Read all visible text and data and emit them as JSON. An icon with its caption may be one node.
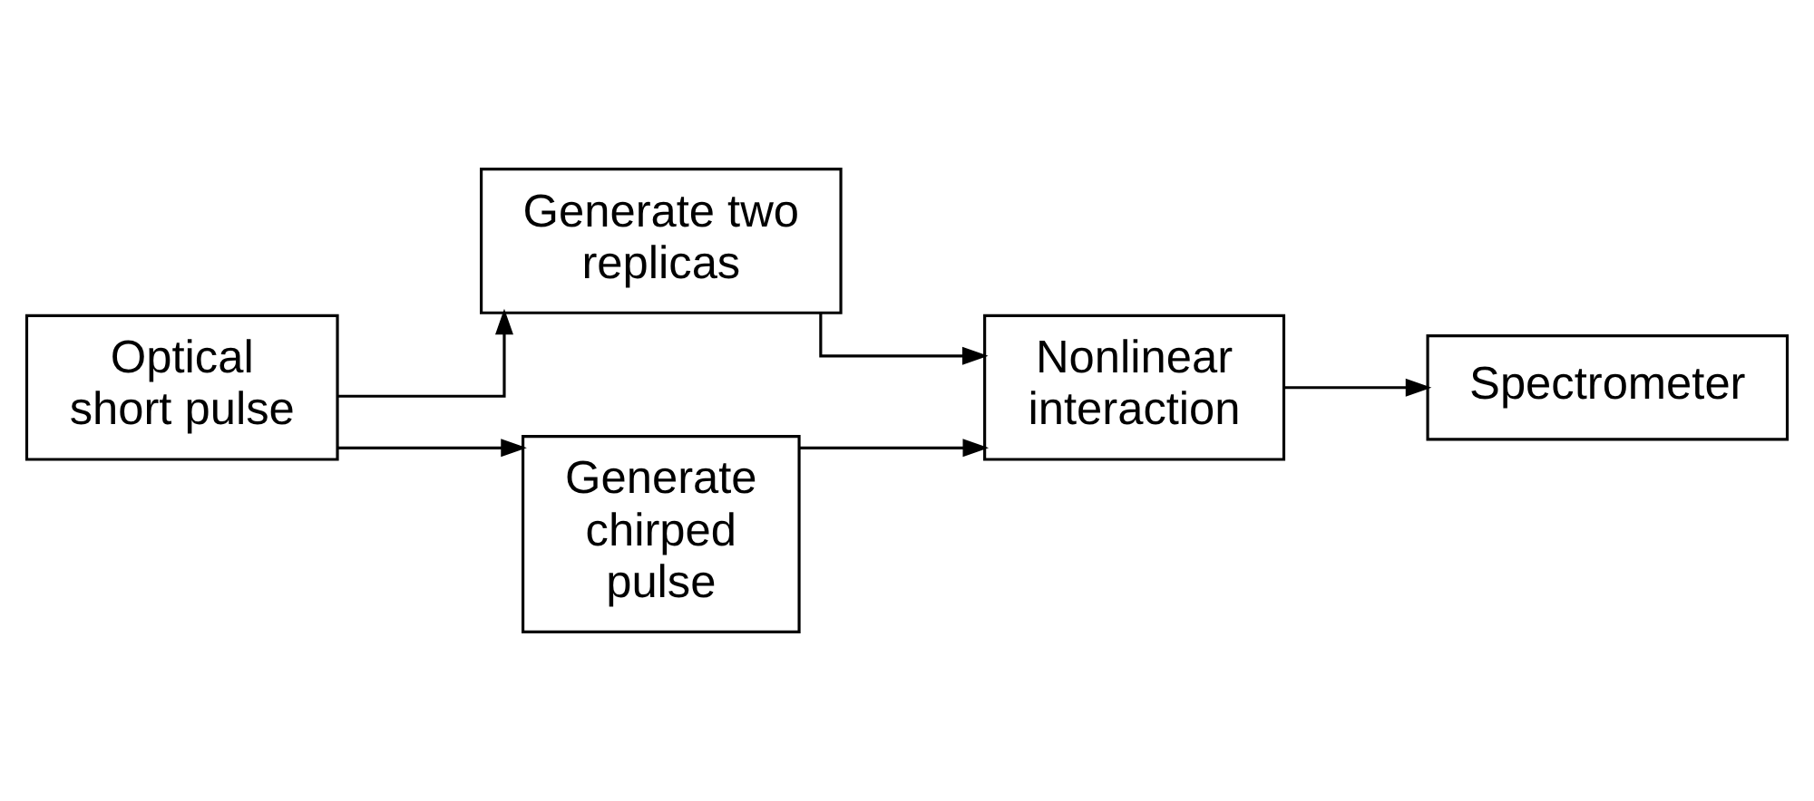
{
  "diagram": {
    "nodes": [
      {
        "text": [
          "Optical short pulse"
        ]
      },
      {
        "text": [
          "Generate two replicas"
        ]
      },
      {
        "text": [
          "Generate chirped pulse"
        ]
      },
      {
        "text": [
          "Nonlinear interaction"
        ]
      },
      {
        "text": [
          "Spectrometer"
        ]
      }
    ],
    "edges": [
      {
        "from": 0,
        "to": 1,
        "arrow": "to"
      },
      {
        "from": 0,
        "to": 2,
        "arrow": "to"
      },
      {
        "from": 1,
        "to": 3,
        "arrow": "to"
      },
      {
        "from": 2,
        "to": 3,
        "arrow": "to"
      },
      {
        "from": 3,
        "to": 4,
        "arrow": "to"
      }
    ]
  }
}
